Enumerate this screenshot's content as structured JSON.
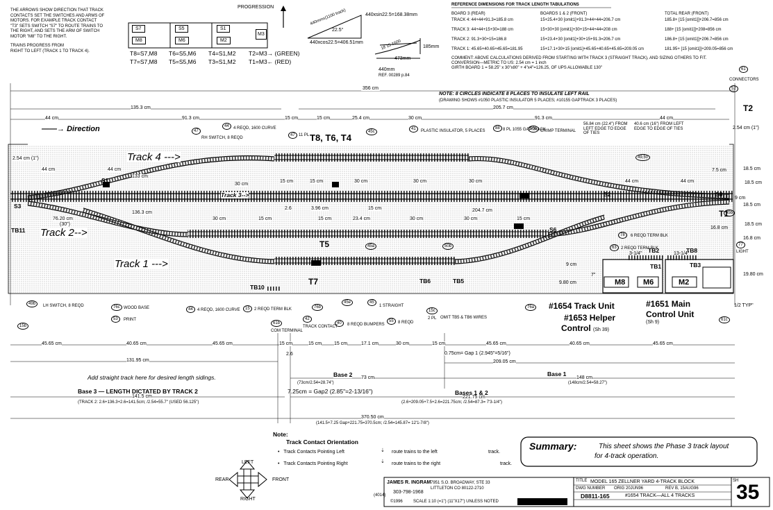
{
  "legend": {
    "arrows_note": [
      "THE ARROWS SHOW DIRECTION THAT TRACK",
      "CONTACTS SET THE SWITCHES AND ARMS OF",
      "MOTORS.  FOR EXAMPLE TRACK CONTACT",
      "\"T3\" SETS SWITCH \"S7\" TO ROUTE TRAINS TO",
      "THE RIGHT, AND SETS THE ARM OF SWITCH",
      "MOTOR \"M8\" TO THE RIGHT."
    ],
    "trains_note": [
      "TRAINS PROGRESS FROM",
      "RIGHT TO LEFT (TRACK 1 TO TRACK 4)."
    ],
    "progression": "PROGRESSION",
    "boxes": [
      "S7",
      "S5",
      "S1",
      "M3",
      "M8",
      "M6",
      "M2"
    ],
    "mappings": [
      "T8=S7,M8",
      "T6=S5,M6",
      "T4=S1,M2",
      "T2=M3→ (GREEN)",
      "T7=S7,M8",
      "T5=S5,M6",
      "T3=S1,M2",
      "T1=M3← (RED)"
    ]
  },
  "geometry": {
    "len1": "440mmx(1100 track)",
    "angle": "22.5°",
    "sin": "440xsin22.5=168.38mm",
    "cos": "440xcos22.5=406.51mm",
    "curve": "18 15 1600",
    "rise": "185mm",
    "run": "473mm",
    "base": "440mm",
    "ref": "REF. 00289 p.84"
  },
  "ref_table": {
    "title": "REFERENCE DIMENSIONS FOR TRACK LENGTH TABULATIONS",
    "cols": [
      "BOARD 3 (REAR)",
      "BOARDS 1 & 2 (FRONT)",
      "TOTAL REAR (FRONT)"
    ],
    "rows": [
      [
        "TRACK 4: 44+44+91.3=185.8 cm",
        "15+25.4+30 [omit1]+91.3+44+44=206.7 cm",
        "185.8+ [15 [omit1]]+206.7=856 cm"
      ],
      [
        "TRACK 3: 44+44+15+30=188 cm",
        "15+30+30 [omit1]+30+15+44+44=208 cm",
        "188+ [15 [omit1]]+208=856 cm"
      ],
      [
        "TRACK 2: 91.3+30+15=186.8",
        "15+23.4+30 [omit1]+30+15+91.3=206.7 cm",
        "186.8+ [15 [omit1]]+206.7=856 cm"
      ],
      [
        "TRACK 1: 45.65+40.65+45.65=181.95",
        "15+17.1+30+15 [omit1]+45.65+40.65+45.65=209.05 cm",
        "181.95+ [15 [omit1]]+209.05=856 cm"
      ]
    ],
    "comment": [
      "COMMENT: ABOVE CALCULATIONS DERIVED FROM STARTING WITH TRACK 3 (STRAIGHT TRACK), AND SIZING OTHERS TO FIT.",
      "CONVERSION—METRIC TO US: 2.54 cm = 1 inch",
      "GIRTH BOARD 1 = 58.25\" x 30\"x80\" + 4\"x4\"=126.25, OF UPS ALLOWABLE 130\""
    ]
  },
  "plan": {
    "total_top": "356 cm",
    "top_dims": [
      "44 cm",
      "135.3 cm",
      "91.3 cm",
      "15 cm",
      "15 cm",
      "25.4 cm",
      "30 cm",
      "205.7 cm",
      "91.3 cm",
      "44 cm"
    ],
    "note_circles": "NOTE: 8 CIRCLES INDICATE 8 PLACES TO INSULATE LEFT RAIL",
    "note_circles_sub": "(DRAWING SHOWS #1050 PLASTIC INSULATOR 5 PLACES; #10155 GAPTRACK 3 PLACES)",
    "direction": "Direction",
    "track4": "Track 4 --->",
    "track3": "Track 3-->",
    "track2": "Track 2-->",
    "track1": "Track 1 --->",
    "t8": "T8, T6, T4",
    "t2": "T2",
    "t1": "T1",
    "t5": "T5",
    "t7": "T7",
    "tb11": "TB11",
    "tb10": "TB10",
    "tb6": "TB6",
    "tb5": "TB5",
    "s1": "S1",
    "s3": "S3",
    "s2": "S2",
    "s6": "S6",
    "s8": "S8",
    "row4_dims": [
      "44 cm",
      "44 cm",
      "133 cm",
      "30 cm",
      "15 cm",
      "15 cm",
      "30 cm",
      "30 cm",
      "30 cm",
      "44 cm",
      "44 cm"
    ],
    "row3_dims": [
      "2.54 cm (1\")",
      "136.3 cm",
      "2.6",
      "3.96 cm",
      "15 cm",
      "204.7 cm",
      "18.5 cm",
      "9 cm",
      "18.5 cm"
    ],
    "row2_dims": [
      "76.20 cm",
      "(30\")",
      "30 cm",
      "15 cm",
      "15 cm",
      "23.4 cm",
      "30 cm",
      "30 cm",
      "15 cm",
      "16.8 cm"
    ],
    "curve_note": "40.6 cm (16\") FROM LEFT EDGE TO EDGE OF TIES",
    "curve_note2": "56.84 cm (22.4\") FROM LEFT EDGE TO EDGE OF TIES",
    "connectors": "CONNECTORS",
    "callouts": [
      "47",
      "44",
      "47",
      "45c",
      "41",
      "88",
      "50b",
      "49,50",
      "61",
      "52",
      "49b",
      "76c",
      "53",
      "15b",
      "44",
      "15",
      "61b",
      "42",
      "76b",
      "40",
      "45a",
      "45e",
      "45",
      "55",
      "15c",
      "76a",
      "50b",
      "78",
      "63",
      "77",
      "45b",
      "61c"
    ],
    "callout_labels": [
      "RH SWITCH, 8 REQD",
      "4 REQD, 1600 CURVE",
      "11 PL",
      "PLASTIC INSULATOR, 5 PLACES",
      "8 PL 1055 GAPTRACK",
      "CRIMP TERMINAL",
      "LH SWITCH, 8 REQD",
      "WOOD BASE",
      "PRINT",
      "4 REQD, 1600 CURVE",
      "2 REQD TERM BLK",
      "COM TERMINAL",
      "TRACK CONTACT",
      "8 REQD BUMPERS",
      "1 STRAIGHT",
      "8 REQD",
      "2 PL",
      "OMIT TB5 & TB6 WIRES",
      "6 REQD TERM BLK",
      "LIGHT",
      "2 REQD TERM BLK"
    ],
    "bottom_dims": [
      "45.65 cm",
      "40.65 cm",
      "45.65 cm",
      "15 cm",
      "15 cm",
      "15 cm",
      "17.1 cm",
      "30 cm",
      "15 cm",
      "45.65 cm",
      "40.65 cm",
      "45.65 cm"
    ],
    "dims_right": [
      "2.54 cm (1\")",
      "18.5 cm",
      "7.5 cm",
      "18.5 cm",
      "16.8 cm",
      "19.80 cm",
      "9 cm",
      "9.80 cm",
      "7\"",
      "3-1/4\"",
      "13-1/4\"",
      "1/2 TYP\""
    ],
    "tb2": "TB2",
    "tb8": "TB8",
    "tb1": "TB1",
    "tb3": "TB3",
    "m8": "M8",
    "m6": "M6",
    "m2": "M2",
    "unit1654": "#1654 Track Unit",
    "unit1653": "#1653 Helper",
    "unit1653b": "Control",
    "unit1653sh": "(Sh 39)",
    "unit1651": "#1651 Main",
    "unit1651b": "Control Unit",
    "unit1651sh": "(Sh 9)"
  },
  "below": {
    "d13195": "131.95 cm",
    "d26": "2.6",
    "gap1": "0.75cm= Gap 1 (2.945\"=5/16\")",
    "d20905": "209.05 cm",
    "add_straight": "Add straight track here for desired length sidings.",
    "base2": "Base 2",
    "base2_len": "73 cm",
    "base2_sub": "(73cm/2.54=28.74\")",
    "base1": "Base 1",
    "base1_len": "148 cm",
    "base1_sub": "(148cm/2.54=58.27\")",
    "base3": "Base 3 — LENGTH DICTATED BY TRACK 2",
    "base3_len": "141.5 cm",
    "base3_sub": "(TRACK 2: 2.6+136.3+2.6=141.5cm;   /2.54=55.7\" (USED 56.125\")",
    "gap2": "7.25cm = Gap2 (2.85\"=2-13/16\")",
    "base12": "Bases 1 & 2",
    "base12_len": "221.75 cm",
    "base12_sub": "(2.6+209.05+7.5+2.6=221.75cm;  /2.54=87.3= 7'3-1/4\")",
    "total": "370.50 cm",
    "total_sub": "(141.5+7.25 Gap+221.75=370.5cm;  /2.54=145.87= 12'1-7/8\")"
  },
  "note": {
    "title": "Note:",
    "subtitle": "Track Contact Orientation",
    "line1a": "Track Contacts Pointing Left",
    "line1b": "route trains to the left",
    "line1c": "track.",
    "line2a": "Track Contacts Pointing Right",
    "line2b": "route trains to the right",
    "line2c": "track."
  },
  "compass": {
    "left": "LEFT",
    "right": "RIGHT",
    "rear": "REAR",
    "front": "FRONT"
  },
  "summary": {
    "label": "Summary:",
    "text1": "This sheet shows the Phase 3 track layout",
    "text2": "for 4-track operation."
  },
  "titleblock": {
    "name": "JAMES R. INGRAM",
    "phone": "303-798-1968",
    "addr1": "7951 S.O. BROADWAY, STE 33",
    "addr2": "LITTLETON  CO  80122-2710",
    "copyright": "©1996",
    "scale": "SCALE 1:10 (=1\") (11\"X17\") UNLESS NOTED",
    "title_label": "TITLE",
    "title": "MODEL 165 ZELLNER YARD 4-TRACK BLOCK",
    "dwg_label": "DWG NUMBER",
    "orig": "ORIG 20JUN96",
    "rev": "REV B, 15AUG96",
    "dwg": "D8811-165",
    "desc": "#1654 TRACK—ALL 4 TRACKS",
    "sheet_label": "SH",
    "sheet": "35",
    "mark": "(4014)"
  }
}
